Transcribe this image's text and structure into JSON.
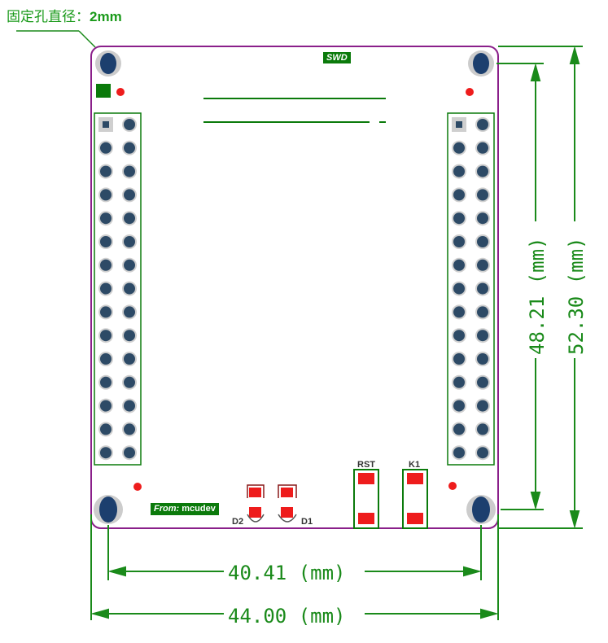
{
  "note": {
    "label": "固定孔直径：",
    "value": "2mm"
  },
  "silkscreen": {
    "swd": "SWD",
    "from_prefix": "From:",
    "from_name": "mcudev"
  },
  "components": {
    "rst": "RST",
    "k1": "K1",
    "d1": "D1",
    "d2": "D2"
  },
  "dimensions": {
    "hole_spacing_width": "40.41 (mm)",
    "board_width": "44.00 (mm)",
    "hole_spacing_height": "48.21 (mm)",
    "board_height": "52.30 (mm)"
  },
  "header_rows": 15,
  "colors": {
    "board_outline": "#8a1f8a",
    "dimension": "#1a8a1a",
    "silk_green": "#0b7a0b",
    "pad_red": "#ee1c1c",
    "mount_hole": "#1c3f6e"
  }
}
